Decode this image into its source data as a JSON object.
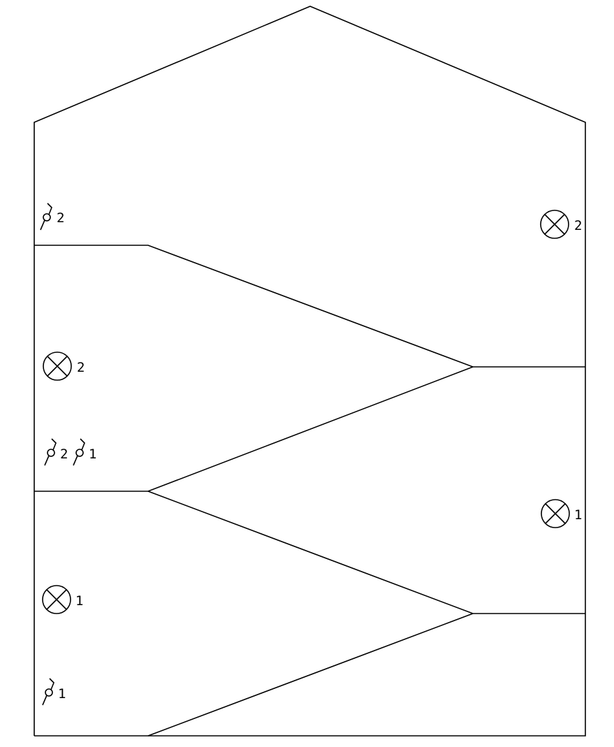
{
  "diagram": {
    "lamps": [
      {
        "id": "lamp-right-2",
        "label": "2"
      },
      {
        "id": "lamp-left-2",
        "label": "2"
      },
      {
        "id": "lamp-right-1",
        "label": "1"
      },
      {
        "id": "lamp-left-1",
        "label": "1"
      }
    ],
    "switches": [
      {
        "id": "switch-top-2",
        "label": "2"
      },
      {
        "id": "switch-mid-2",
        "label": "2"
      },
      {
        "id": "switch-mid-1",
        "label": "1"
      },
      {
        "id": "switch-bottom-1",
        "label": "1"
      }
    ]
  }
}
